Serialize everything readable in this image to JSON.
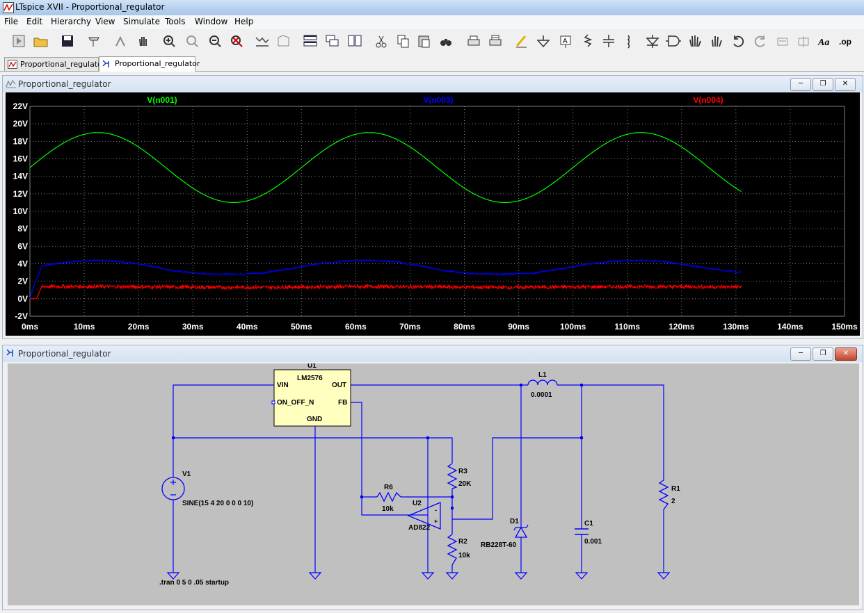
{
  "window": {
    "title": "LTspice XVII - Proportional_regulator"
  },
  "menu": [
    {
      "label": "File"
    },
    {
      "label": "Edit"
    },
    {
      "label": "Hierarchy"
    },
    {
      "label": "View"
    },
    {
      "label": "Simulate"
    },
    {
      "label": "Tools"
    },
    {
      "label": "Window"
    },
    {
      "label": "Help"
    }
  ],
  "toolbar": [
    {
      "icon": "run-icon"
    },
    {
      "icon": "open-icon"
    },
    {
      "icon": "save-icon"
    },
    {
      "icon": "control-panel-icon"
    },
    {
      "icon": "halt-icon"
    },
    {
      "icon": "pan-icon"
    },
    {
      "icon": "zoom-in-icon"
    },
    {
      "icon": "zoom-area-icon"
    },
    {
      "icon": "zoom-out-icon"
    },
    {
      "icon": "zoom-fit-icon"
    },
    {
      "icon": "autorange-icon"
    },
    {
      "icon": "plot-settings-icon"
    },
    {
      "icon": "tile-horizontal-icon"
    },
    {
      "icon": "cascade-icon"
    },
    {
      "icon": "tile-vertical-icon"
    },
    {
      "icon": "cut-icon"
    },
    {
      "icon": "copy-icon"
    },
    {
      "icon": "paste-icon"
    },
    {
      "icon": "find-icon"
    },
    {
      "icon": "print-icon"
    },
    {
      "icon": "print-setup-icon"
    },
    {
      "icon": "wire-icon"
    },
    {
      "icon": "ground-icon"
    },
    {
      "icon": "label-net-icon"
    },
    {
      "icon": "resistor-icon"
    },
    {
      "icon": "capacitor-icon"
    },
    {
      "icon": "inductor-icon"
    },
    {
      "icon": "diode-icon"
    },
    {
      "icon": "component-icon"
    },
    {
      "icon": "move-icon"
    },
    {
      "icon": "drag-icon"
    },
    {
      "icon": "undo-icon"
    },
    {
      "icon": "redo-icon"
    },
    {
      "icon": "rotate-icon"
    },
    {
      "icon": "mirror-icon"
    },
    {
      "icon": "text-icon"
    },
    {
      "icon": "spice-directive-icon"
    }
  ],
  "tabs": [
    {
      "label": "Proportional_regulator",
      "type": "waveform",
      "active": false
    },
    {
      "label": "Proportional_regulator",
      "type": "schematic",
      "active": true
    }
  ],
  "waveform_window": {
    "title": "Proportional_regulator",
    "buttons": [
      "minimize",
      "restore",
      "close"
    ],
    "colors": {
      "background": "#000000",
      "grid": "#808080",
      "axis_text": "#ffffff",
      "n001": "#00ff00",
      "n003": "#0000ff",
      "n004": "#ff0000"
    }
  },
  "chart_data": {
    "type": "line",
    "xlim": [
      0,
      150
    ],
    "ylim": [
      -2,
      22
    ],
    "x_ticks": [
      "0ms",
      "10ms",
      "20ms",
      "30ms",
      "40ms",
      "50ms",
      "60ms",
      "70ms",
      "80ms",
      "90ms",
      "100ms",
      "110ms",
      "120ms",
      "130ms",
      "140ms",
      "150ms"
    ],
    "y_ticks": [
      "22V",
      "20V",
      "18V",
      "16V",
      "14V",
      "12V",
      "10V",
      "8V",
      "6V",
      "4V",
      "2V",
      "0V",
      "-2V"
    ],
    "grid": true,
    "x_end": 131,
    "series": [
      {
        "name": "V(n001)",
        "color": "#00ff00",
        "model": "sine",
        "offset": 15,
        "amplitude": 4,
        "freq_hz": 20,
        "noise": 0
      },
      {
        "name": "V(n003)",
        "color": "#0000ff",
        "points": [
          [
            0,
            0
          ],
          [
            0.5,
            1.1
          ],
          [
            1.5,
            2.6
          ],
          [
            2.2,
            3.8
          ],
          [
            5,
            4.05
          ],
          [
            8,
            4.25
          ],
          [
            12.5,
            4.4
          ],
          [
            17,
            4.25
          ],
          [
            22,
            3.75
          ],
          [
            27,
            3.15
          ],
          [
            32,
            2.85
          ],
          [
            37.5,
            2.8
          ],
          [
            43,
            2.95
          ],
          [
            48,
            3.45
          ],
          [
            53,
            4.0
          ],
          [
            58,
            4.3
          ],
          [
            62.5,
            4.4
          ],
          [
            67,
            4.25
          ],
          [
            72,
            3.75
          ],
          [
            77,
            3.15
          ],
          [
            82,
            2.85
          ],
          [
            87.5,
            2.8
          ],
          [
            93,
            2.95
          ],
          [
            98,
            3.45
          ],
          [
            103,
            4.0
          ],
          [
            108,
            4.3
          ],
          [
            112.5,
            4.4
          ],
          [
            117,
            4.25
          ],
          [
            122,
            3.75
          ],
          [
            127,
            3.3
          ],
          [
            131,
            3.0
          ]
        ],
        "noise": 0.08
      },
      {
        "name": "V(n004)",
        "color": "#ff0000",
        "points": [
          [
            0,
            0
          ],
          [
            1.1,
            0
          ],
          [
            1.3,
            0.1
          ],
          [
            1.9,
            1.0
          ],
          [
            2.2,
            1.4
          ],
          [
            12.5,
            1.4
          ],
          [
            37.5,
            1.3
          ],
          [
            62.5,
            1.4
          ],
          [
            87.5,
            1.3
          ],
          [
            112.5,
            1.4
          ],
          [
            131,
            1.35
          ]
        ],
        "noise": 0.2
      }
    ]
  },
  "schematic_window": {
    "title": "Proportional_regulator",
    "buttons": [
      "minimize",
      "restore",
      "close"
    ],
    "colors": {
      "background": "#c0c0c0",
      "wire": "#0000ff",
      "ic_fill": "#ffffc0"
    }
  },
  "schematic": {
    "u1": {
      "ref": "U1",
      "part": "LM2576",
      "pins": {
        "vin": "VIN",
        "out": "OUT",
        "on_off": "ON_OFF_N",
        "fb": "FB",
        "gnd": "GND"
      }
    },
    "l1": {
      "ref": "L1",
      "value": "0.0001"
    },
    "v1": {
      "ref": "V1",
      "value": "SINE(15 4 20 0 0 0 10)"
    },
    "r6": {
      "ref": "R6",
      "value": "10k"
    },
    "u2": {
      "ref": "U2",
      "part": "AD822"
    },
    "r3": {
      "ref": "R3",
      "value": "20K"
    },
    "r2": {
      "ref": "R2",
      "value": "10k"
    },
    "d1": {
      "ref": "D1",
      "value": "RB228T-60"
    },
    "c1": {
      "ref": "C1",
      "value": "0.001"
    },
    "r1": {
      "ref": "R1",
      "value": "2"
    },
    "directive": ".tran 0 5 0 .05 startup"
  }
}
